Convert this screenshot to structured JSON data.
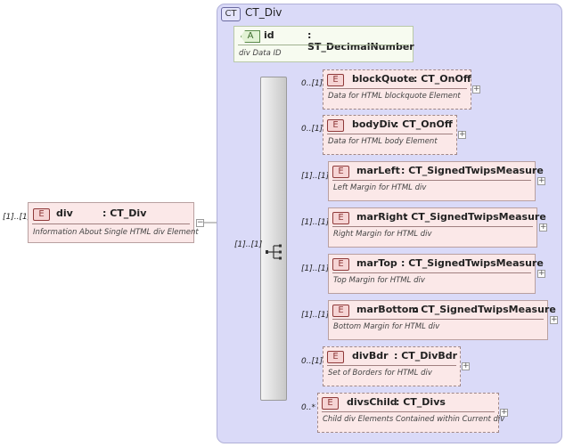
{
  "complex_type": {
    "badge": "CT",
    "name": "CT_Div"
  },
  "root": {
    "badge": "E",
    "name": "div",
    "type": ": CT_Div",
    "description": "Information About Single HTML div Element",
    "cardinality": "[1]..[1]"
  },
  "attribute": {
    "badge": "A",
    "name": "id",
    "type": ": ST_DecimalNumber",
    "description": "div Data ID"
  },
  "sequence": {
    "cardinality": "[1]..[1]"
  },
  "elements": [
    {
      "badge": "E",
      "name": "blockQuote",
      "type": ": CT_OnOff",
      "description": "Data for HTML blockquote Element",
      "cardinality": "0..[1]"
    },
    {
      "badge": "E",
      "name": "bodyDiv",
      "type": ": CT_OnOff",
      "description": "Data for HTML body Element",
      "cardinality": "0..[1]"
    },
    {
      "badge": "E",
      "name": "marLeft",
      "type": ": CT_SignedTwipsMeasure",
      "description": "Left Margin for HTML div",
      "cardinality": "[1]..[1]"
    },
    {
      "badge": "E",
      "name": "marRight",
      "type": ": CT_SignedTwipsMeasure",
      "description": "Right Margin for HTML div",
      "cardinality": "[1]..[1]"
    },
    {
      "badge": "E",
      "name": "marTop",
      "type": ": CT_SignedTwipsMeasure",
      "description": "Top Margin for HTML div",
      "cardinality": "[1]..[1]"
    },
    {
      "badge": "E",
      "name": "marBottom",
      "type": ": CT_SignedTwipsMeasure",
      "description": "Bottom Margin for HTML div",
      "cardinality": "[1]..[1]"
    },
    {
      "badge": "E",
      "name": "divBdr",
      "type": ": CT_DivBdr",
      "description": "Set of Borders for HTML div",
      "cardinality": "0..[1]"
    },
    {
      "badge": "E",
      "name": "divsChild",
      "type": ": CT_Divs",
      "description": "Child div Elements Contained within Current div",
      "cardinality": "0..*"
    }
  ],
  "expand_symbol": "+",
  "collapse_symbol": "−",
  "colors": {
    "panel": "#dadaf8",
    "element_fill": "#fbe8e8",
    "element_badge": "#8f3a3a",
    "attribute_badge": "#3a6a2a"
  }
}
